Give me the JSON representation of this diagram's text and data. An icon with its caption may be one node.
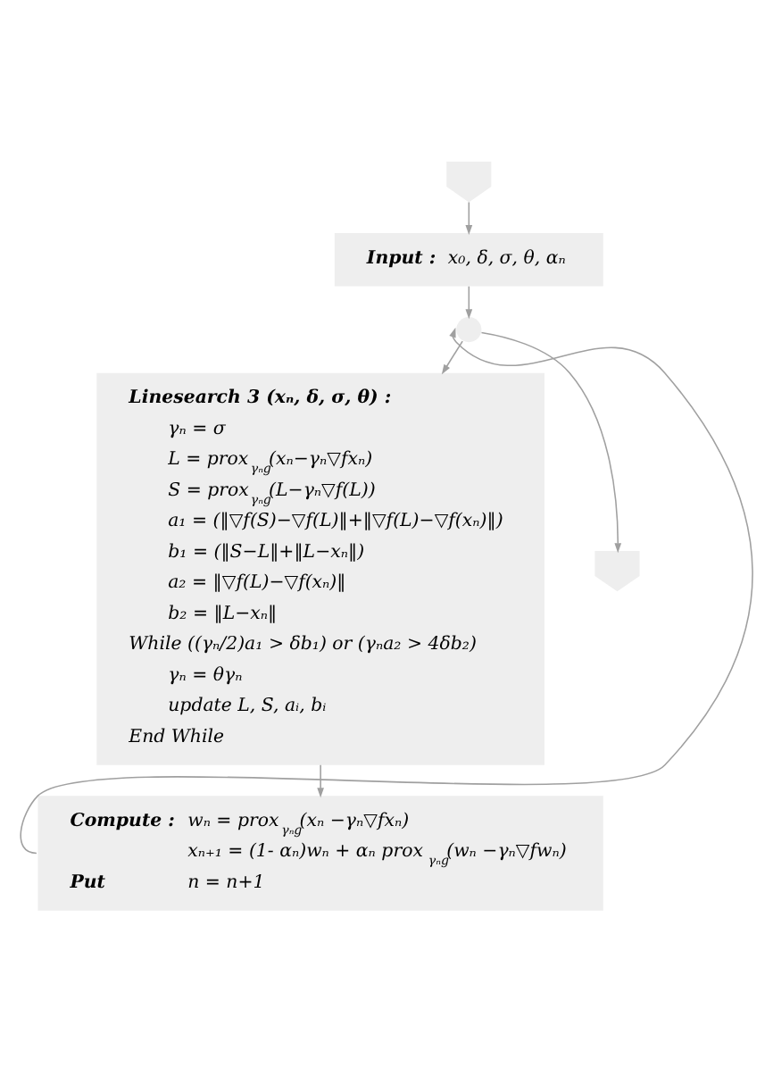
{
  "diagram": {
    "nodes": [
      {
        "text": [],
        "shape": "pentagon"
      },
      {
        "text": [
          "Input :",
          "x₀, δ, σ, θ, αₙ"
        ]
      },
      {
        "text": [],
        "shape": "circle"
      },
      {
        "text": [
          "Linesearch 3 (xₙ, δ, σ, θ) :",
          "γₙ = σ",
          "L = prox$_{γₙg}$(xₙ−γₙ▽fxₙ)",
          "S = prox$_{γₙg}$(L−γₙ▽f(L))",
          "a₁ = (‖▽f(S)−▽f(L)‖+‖▽f(L)−▽f(xₙ)‖)",
          "b₁ = (‖S−L‖+‖L−xₙ‖)",
          "a₂ = ‖▽f(L)−▽f(xₙ)‖",
          "b₂ = ‖L−xₙ‖",
          "While ((γₙ/2)a₁ > δb₁) or (γₙa₂ > 4δb₂)",
          "γₙ = θγₙ",
          "update L, S, aᵢ, bᵢ",
          "End While"
        ]
      },
      {
        "text": [
          "Compute :",
          "wₙ = prox$_{γₙg}$(xₙ −γₙ▽fxₙ)",
          "xₙ₊₁ = (1- αₙ)wₙ + αₙ prox$_{γₙg}$(wₙ −γₙ▽fwₙ)",
          "Put",
          "n = n+1"
        ]
      },
      {
        "text": [],
        "shape": "pentagon"
      }
    ],
    "edges": [
      {
        "from": 0,
        "to": 1,
        "arrow": "to"
      },
      {
        "from": 1,
        "to": 2,
        "arrow": "to"
      },
      {
        "from": 2,
        "to": 3,
        "arrow": "to"
      },
      {
        "from": 3,
        "to": 4,
        "arrow": "to"
      },
      {
        "from": 4,
        "to": 2,
        "arrow": "to"
      },
      {
        "from": 2,
        "to": 5,
        "arrow": "to"
      }
    ]
  }
}
